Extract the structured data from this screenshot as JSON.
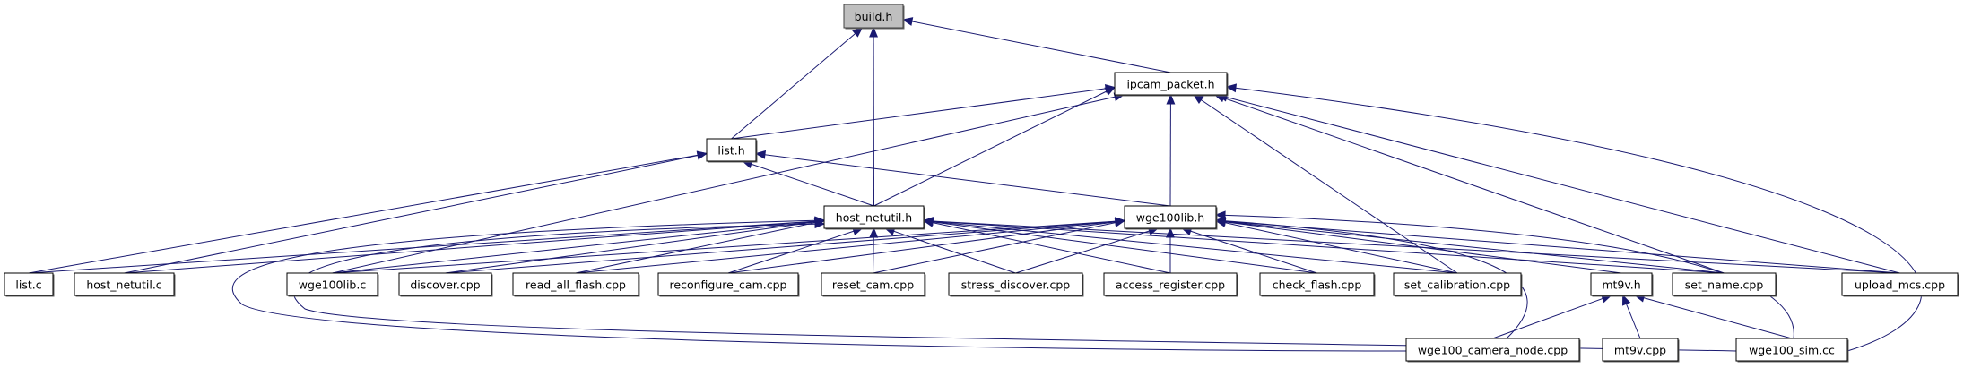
{
  "title": "build.h include dependency graph",
  "colors": {
    "edge": "#191970",
    "node_fill": "#ffffff",
    "root_fill": "#bfbfbf",
    "node_border": "#000000"
  },
  "nodes": [
    {
      "id": "build_h",
      "label": "build.h",
      "root": true
    },
    {
      "id": "ipcam_packet_h",
      "label": "ipcam_packet.h"
    },
    {
      "id": "list_h",
      "label": "list.h"
    },
    {
      "id": "host_netutil_h",
      "label": "host_netutil.h"
    },
    {
      "id": "wge100lib_h",
      "label": "wge100lib.h"
    },
    {
      "id": "list_c",
      "label": "list.c"
    },
    {
      "id": "host_netutil_c",
      "label": "host_netutil.c"
    },
    {
      "id": "wge100lib_c",
      "label": "wge100lib.c"
    },
    {
      "id": "discover_cpp",
      "label": "discover.cpp"
    },
    {
      "id": "read_all_flash_cpp",
      "label": "read_all_flash.cpp"
    },
    {
      "id": "reconfigure_cam_cpp",
      "label": "reconfigure_cam.cpp"
    },
    {
      "id": "reset_cam_cpp",
      "label": "reset_cam.cpp"
    },
    {
      "id": "stress_discover_cpp",
      "label": "stress_discover.cpp"
    },
    {
      "id": "access_register_cpp",
      "label": "access_register.cpp"
    },
    {
      "id": "check_flash_cpp",
      "label": "check_flash.cpp"
    },
    {
      "id": "set_calibration_cpp",
      "label": "set_calibration.cpp"
    },
    {
      "id": "mt9v_h",
      "label": "mt9v.h"
    },
    {
      "id": "set_name_cpp",
      "label": "set_name.cpp"
    },
    {
      "id": "upload_mcs_cpp",
      "label": "upload_mcs.cpp"
    },
    {
      "id": "wge100_camera_node_cpp",
      "label": "wge100_camera_node.cpp"
    },
    {
      "id": "mt9v_cpp",
      "label": "mt9v.cpp"
    },
    {
      "id": "wge100_sim_cc",
      "label": "wge100_sim.cc"
    }
  ],
  "edges": [
    {
      "from": "list_h",
      "to": "build_h"
    },
    {
      "from": "host_netutil_h",
      "to": "build_h"
    },
    {
      "from": "ipcam_packet_h",
      "to": "build_h"
    },
    {
      "from": "list_h",
      "to": "ipcam_packet_h"
    },
    {
      "from": "host_netutil_h",
      "to": "ipcam_packet_h"
    },
    {
      "from": "wge100lib_h",
      "to": "ipcam_packet_h"
    },
    {
      "from": "wge100lib_c",
      "to": "ipcam_packet_h"
    },
    {
      "from": "set_calibration_cpp",
      "to": "ipcam_packet_h"
    },
    {
      "from": "set_name_cpp",
      "to": "ipcam_packet_h"
    },
    {
      "from": "upload_mcs_cpp",
      "to": "ipcam_packet_h"
    },
    {
      "from": "wge100_sim_cc",
      "to": "ipcam_packet_h"
    },
    {
      "from": "list_c",
      "to": "list_h"
    },
    {
      "from": "host_netutil_c",
      "to": "list_h"
    },
    {
      "from": "host_netutil_h",
      "to": "list_h"
    },
    {
      "from": "wge100lib_h",
      "to": "list_h"
    },
    {
      "from": "list_c",
      "to": "host_netutil_h"
    },
    {
      "from": "host_netutil_c",
      "to": "host_netutil_h"
    },
    {
      "from": "wge100lib_c",
      "to": "host_netutil_h"
    },
    {
      "from": "discover_cpp",
      "to": "host_netutil_h"
    },
    {
      "from": "read_all_flash_cpp",
      "to": "host_netutil_h"
    },
    {
      "from": "reconfigure_cam_cpp",
      "to": "host_netutil_h"
    },
    {
      "from": "reset_cam_cpp",
      "to": "host_netutil_h"
    },
    {
      "from": "stress_discover_cpp",
      "to": "host_netutil_h"
    },
    {
      "from": "access_register_cpp",
      "to": "host_netutil_h"
    },
    {
      "from": "check_flash_cpp",
      "to": "host_netutil_h"
    },
    {
      "from": "set_calibration_cpp",
      "to": "host_netutil_h"
    },
    {
      "from": "set_name_cpp",
      "to": "host_netutil_h"
    },
    {
      "from": "upload_mcs_cpp",
      "to": "host_netutil_h"
    },
    {
      "from": "wge100_camera_node_cpp",
      "to": "host_netutil_h"
    },
    {
      "from": "wge100_sim_cc",
      "to": "host_netutil_h"
    },
    {
      "from": "wge100lib_c",
      "to": "wge100lib_h"
    },
    {
      "from": "discover_cpp",
      "to": "wge100lib_h"
    },
    {
      "from": "read_all_flash_cpp",
      "to": "wge100lib_h"
    },
    {
      "from": "reconfigure_cam_cpp",
      "to": "wge100lib_h"
    },
    {
      "from": "reset_cam_cpp",
      "to": "wge100lib_h"
    },
    {
      "from": "stress_discover_cpp",
      "to": "wge100lib_h"
    },
    {
      "from": "access_register_cpp",
      "to": "wge100lib_h"
    },
    {
      "from": "check_flash_cpp",
      "to": "wge100lib_h"
    },
    {
      "from": "set_calibration_cpp",
      "to": "wge100lib_h"
    },
    {
      "from": "mt9v_h",
      "to": "wge100lib_h"
    },
    {
      "from": "set_name_cpp",
      "to": "wge100lib_h"
    },
    {
      "from": "upload_mcs_cpp",
      "to": "wge100lib_h"
    },
    {
      "from": "wge100_camera_node_cpp",
      "to": "wge100lib_h"
    },
    {
      "from": "wge100_sim_cc",
      "to": "wge100lib_h"
    },
    {
      "from": "wge100_camera_node_cpp",
      "to": "mt9v_h"
    },
    {
      "from": "mt9v_cpp",
      "to": "mt9v_h"
    },
    {
      "from": "wge100_sim_cc",
      "to": "mt9v_h"
    }
  ]
}
